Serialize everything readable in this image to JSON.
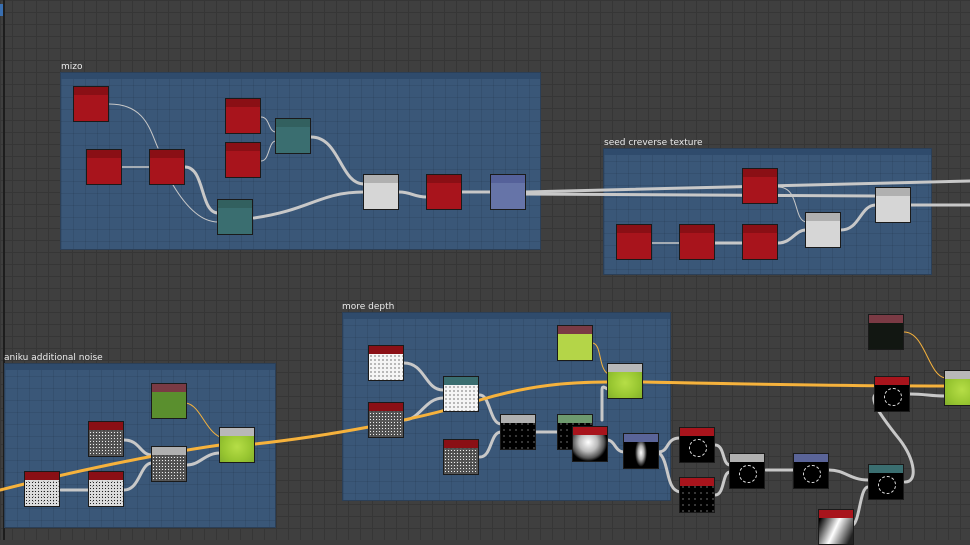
{
  "app": {
    "view": "node-graph-editor"
  },
  "frames": [
    {
      "id": "mizo",
      "label": "mizo"
    },
    {
      "id": "seed",
      "label": "seed creverse texture"
    },
    {
      "id": "aniku",
      "label": "aniku additional noise"
    },
    {
      "id": "depth",
      "label": "more depth"
    }
  ],
  "colors": {
    "canvas": "#3f3f3f",
    "frame": "#3a5778",
    "node_red": "#a8141c",
    "node_teal": "#3a6e70",
    "node_grey": "#d6d6d6",
    "node_blue": "#6674a8",
    "wire": "#c8c8c8",
    "wire_orange": "#f6b23c"
  },
  "node_types": {
    "red": "color-node",
    "teal": "blend-node",
    "grey": "mix-node",
    "blue": "output-node",
    "noise": "noise-texture-node",
    "lime": "color-fill-node",
    "greenblob": "blend-result-node",
    "ring": "ring-mask-node",
    "sphere": "sphere-gradient-node",
    "ellipse": "ellipse-shape-node",
    "gradnode": "linear-gradient-node"
  }
}
